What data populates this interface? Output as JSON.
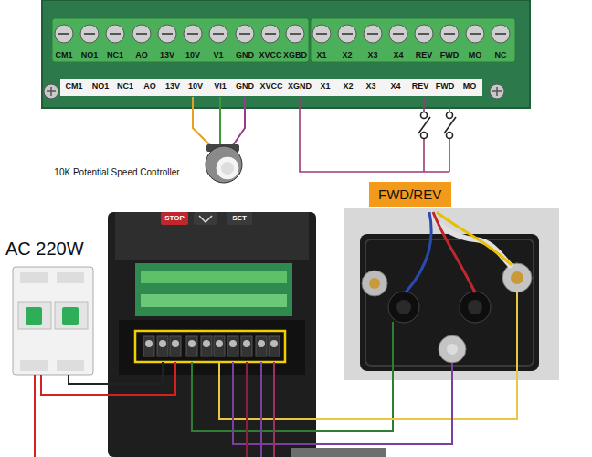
{
  "diagram": {
    "nodes": [
      {
        "text": [
          "FWD/REV"
        ]
      }
    ],
    "labels": [
      "CM1",
      "NO1",
      "NC1",
      "AO",
      "13V",
      "10V",
      "V1",
      "GND",
      "XVCC",
      "XGBD",
      "X1",
      "X2",
      "X3",
      "X4",
      "REV",
      "FWD",
      "MO",
      "NC",
      "CM1",
      "NO1",
      "NC1",
      "AO",
      "13V",
      "10V",
      "VI1",
      "GND",
      "XVCC",
      "XGND",
      "X1",
      "X2",
      "X3",
      "X4",
      "REV",
      "FWD",
      "MO",
      "10K Potential Speed Controller",
      "AC 220W",
      "STOP",
      "SET"
    ]
  }
}
